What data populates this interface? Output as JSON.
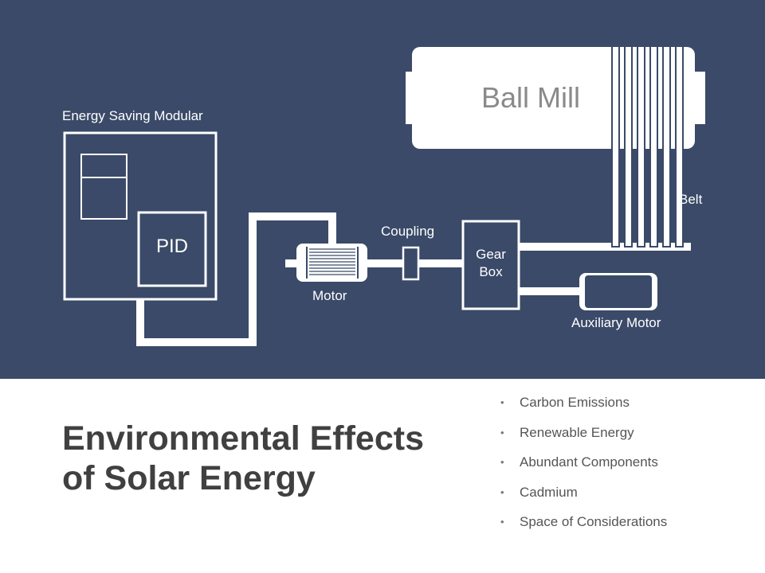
{
  "diagram": {
    "labels": {
      "energy_saving_modular": "Energy Saving Modular",
      "pid": "PID",
      "ball_mill": "Ball Mill",
      "belt": "Belt",
      "coupling": "Coupling",
      "gear_box": "Gear Box",
      "motor": "Motor",
      "auxiliary_motor": "Auxiliary Motor"
    },
    "colors": {
      "panel_background": "#3a4a68",
      "stroke": "#ffffff",
      "ball_mill_text": "#8a8a8a"
    }
  },
  "title": {
    "line1": "Environmental Effects",
    "line2": "of Solar Energy"
  },
  "bullets": [
    "Carbon Emissions",
    "Renewable Energy",
    "Abundant Components",
    "Cadmium",
    "Space of Considerations"
  ]
}
